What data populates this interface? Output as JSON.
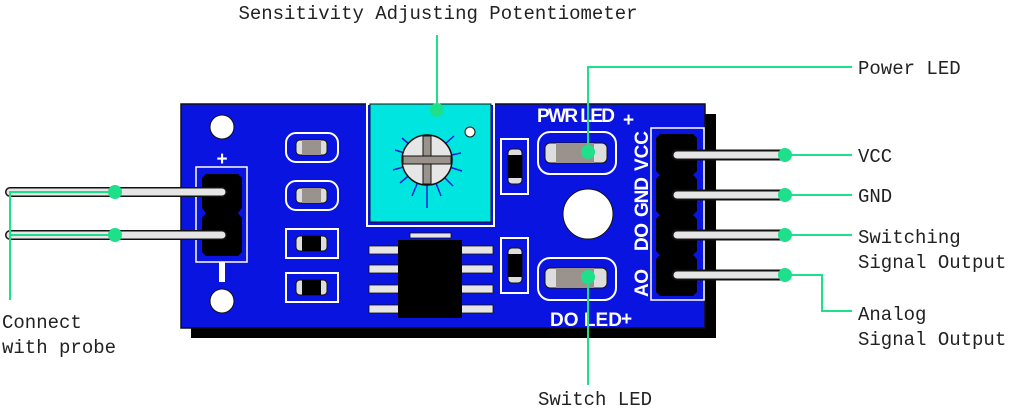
{
  "colors": {
    "board": "#0a14e0",
    "callout": "#1fe08a",
    "pot": "#00e5e0"
  },
  "labels": {
    "pot": "Sensitivity Adjusting Potentiometer",
    "power_led": "Power LED",
    "vcc": "VCC",
    "gnd": "GND",
    "do_line1": "Switching",
    "do_line2": "Signal Output",
    "ao_line1": "Analog",
    "ao_line2": "Signal Output",
    "probe_line1": "Connect",
    "probe_line2": "with probe",
    "switch_led": "Switch LED"
  },
  "silkscreen": {
    "pwr_led": "PWR LED",
    "do_led": "DO LED",
    "vcc": "VCC",
    "gnd": "GND",
    "do": "DO",
    "ao": "AO",
    "plus": "+",
    "minus": "-"
  }
}
